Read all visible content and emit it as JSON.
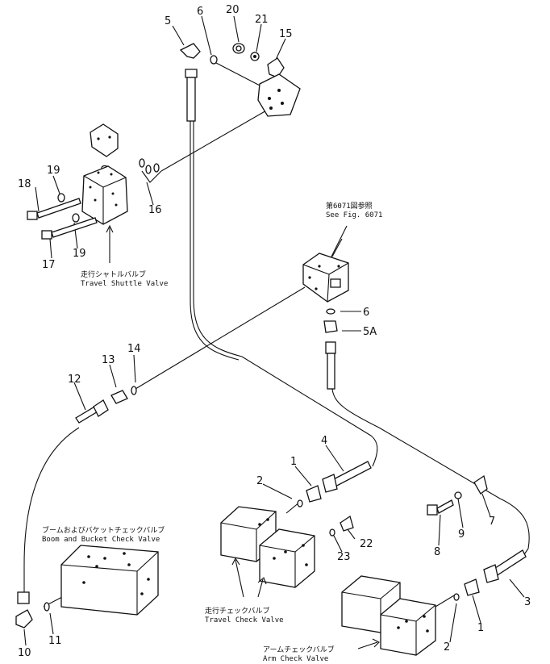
{
  "callouts": {
    "n5": "5",
    "n6a": "6",
    "n20": "20",
    "n21": "21",
    "n15": "15",
    "n19a": "19",
    "n18": "18",
    "n16": "16",
    "n17": "17",
    "n19b": "19",
    "n6b": "6",
    "n5a": "5A",
    "n12": "12",
    "n13": "13",
    "n14": "14",
    "n4": "4",
    "n1a": "1",
    "n2a": "2",
    "n22": "22",
    "n23": "23",
    "n7": "7",
    "n9": "9",
    "n8": "8",
    "n3": "3",
    "n1b": "1",
    "n2b": "2",
    "n10": "10",
    "n11": "11"
  },
  "captions": {
    "travel_shuttle_jp": "走行シャトルバルブ",
    "travel_shuttle_en": "Travel Shuttle Valve",
    "see_fig_jp": "第6071図参照",
    "see_fig_en": "See Fig. 6071",
    "boom_bucket_jp": "ブームおよびバケットチェックバルブ",
    "boom_bucket_en": "Boom and Bucket Check Valve",
    "travel_check_jp": "走行チェックバルブ",
    "travel_check_en": "Travel Check Valve",
    "arm_check_jp": "アームチェックバルブ",
    "arm_check_en": "Arm Check Valve"
  }
}
